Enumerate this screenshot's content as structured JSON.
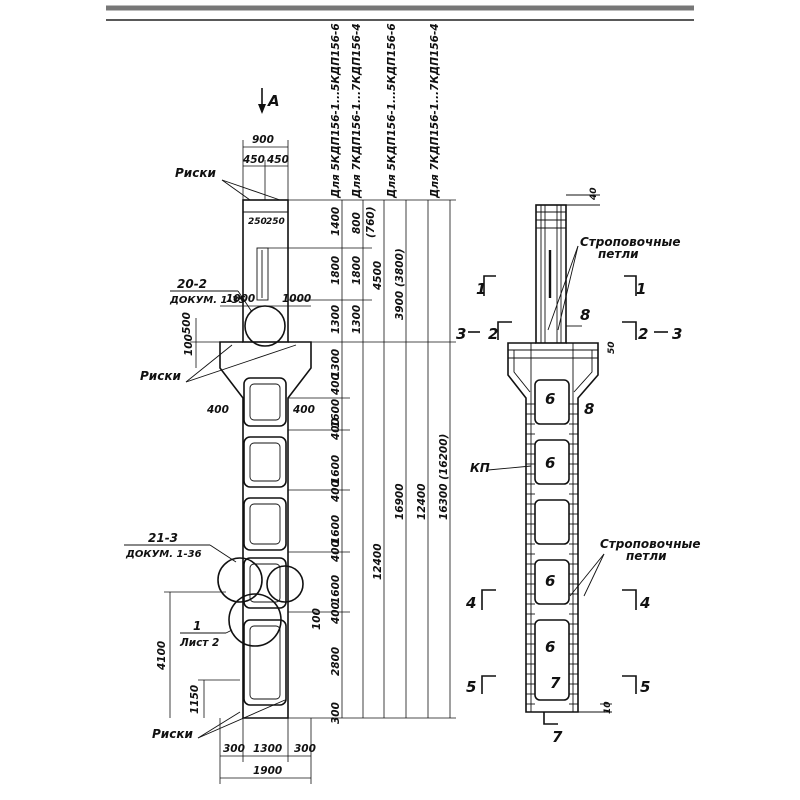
{
  "labels": {
    "view_a": "А",
    "riski": "Риски",
    "ref_20_2": "20-2",
    "ref_20_2_doc": "ДОКУМ. 1-35",
    "ref_21_3": "21-3",
    "ref_21_3_doc": "ДОКУМ. 1-36",
    "ref_1": "1",
    "ref_1_sheet": "Лист 2",
    "lifting_loops": "Строповочные",
    "lifting_loops_2": "петли",
    "kp": "КП",
    "for_5kdp_a": "Для 5КДП156-1...5КДП156-6",
    "for_7kdp_a": "Для 7КДП156-1...7КДП156-4",
    "for_5kdp_b": "Для 5КДП156-1...5КДП156-6",
    "for_7kdp_b": "Для 7КДП156-1...7КДП156-4"
  },
  "dimensions": {
    "top_width": "900",
    "top_split_a": "450",
    "top_split_b": "450",
    "inner_a": "250",
    "inner_b": "250",
    "cons_left": "1000",
    "cons_right": "1000",
    "d_100": "100",
    "d_500": "500",
    "v_1400": "1400",
    "v_800": "800",
    "v_760": "(760)",
    "v_1800a": "1800",
    "v_1800b": "1800",
    "v_1300a": "1300",
    "v_1300b": "1300",
    "v_1300c": "1300",
    "v_4500": "4500",
    "v_3900": "3900 (3800)",
    "v_400a": "400",
    "v_1600a": "1600",
    "v_400b": "400",
    "v_1600b": "1600",
    "v_400c": "400",
    "v_1600c": "1600",
    "v_400d": "400",
    "v_1600d": "1600",
    "v_400e": "400",
    "v_2800": "2800",
    "v_300": "300",
    "v_100": "100",
    "v_12400a": "12400",
    "v_16900": "16900",
    "v_12400b": "12400",
    "v_16300": "16300 (16200)",
    "h_400a": "400",
    "h_400b": "400",
    "v_4100": "4100",
    "v_1150": "1150",
    "bot_300a": "300",
    "bot_1300": "1300",
    "bot_300b": "300",
    "bot_1900": "1900",
    "r_40": "40",
    "r_50": "50",
    "r_10": "10"
  },
  "sections": {
    "s1l": "1",
    "s1r": "1",
    "s2l": "2",
    "s2r": "2",
    "s3l": "3",
    "s3r": "3",
    "s4l": "4",
    "s4r": "4",
    "s5l": "5",
    "s5r": "5",
    "s6a": "6",
    "s6b": "6",
    "s6c": "6",
    "s6d": "6",
    "s7a": "7",
    "s7b": "7",
    "s8a": "8",
    "s8b": "8"
  }
}
